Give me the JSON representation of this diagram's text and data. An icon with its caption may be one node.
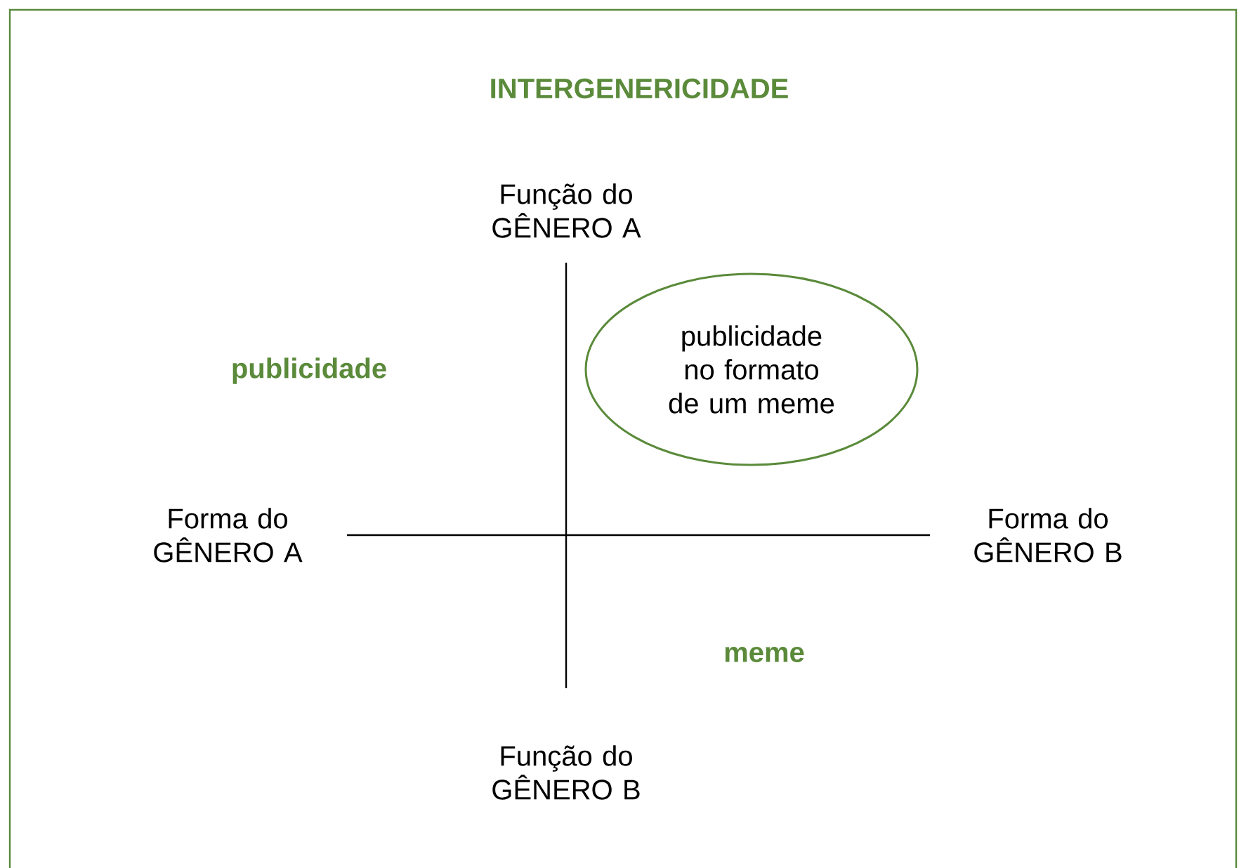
{
  "diagram": {
    "title": "INTERGENERICIDADE",
    "nodes": [
      {
        "text": [
          "publicidade no formato de um meme"
        ]
      }
    ],
    "labels": [
      "Função do GÊNERO A",
      "publicidade",
      "Forma do GÊNERO A",
      "Forma do GÊNERO B",
      "meme",
      "Função do GÊNERO B"
    ]
  }
}
